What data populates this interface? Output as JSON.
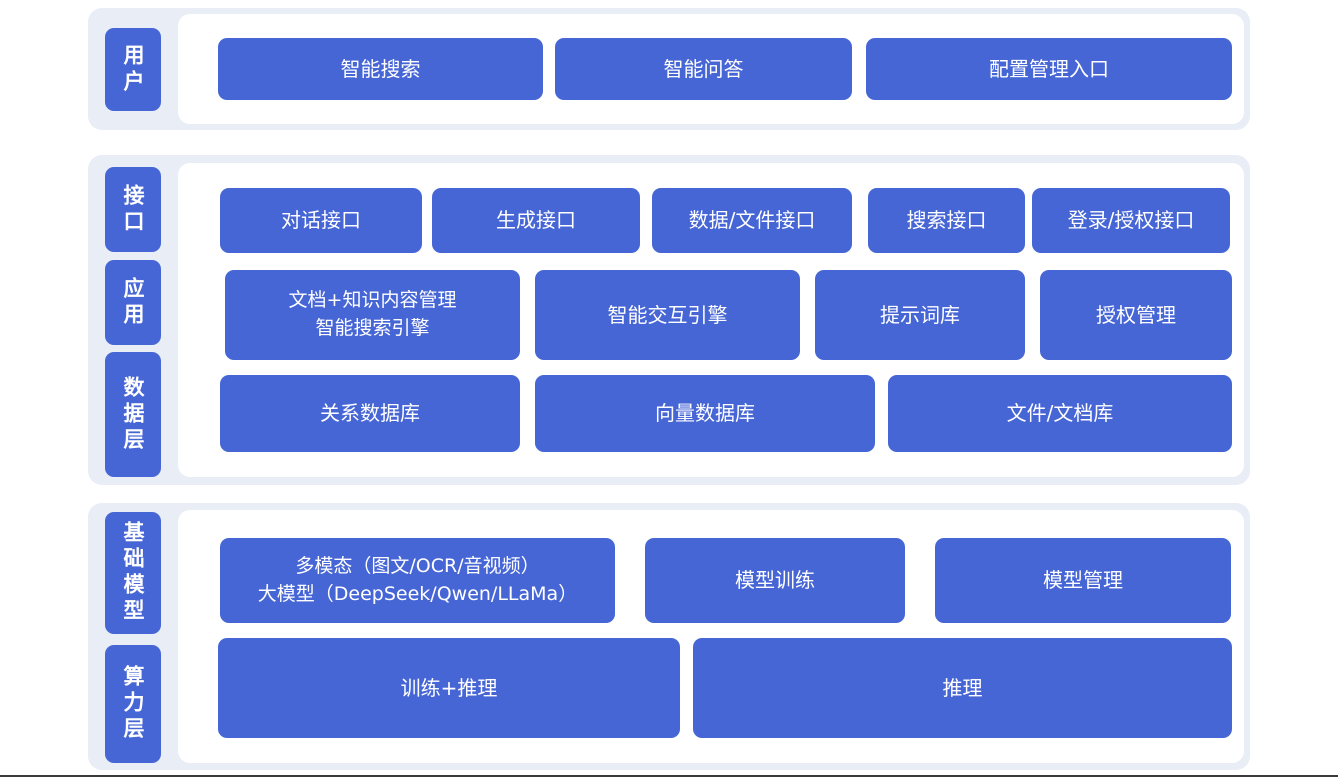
{
  "colors": {
    "accent_blue": "#4766d6",
    "section_background": "#e8edf6",
    "panel_background": "#ffffff",
    "node_text": "#ffffff"
  },
  "sections": [
    {
      "name": "user-layer",
      "tabs": [
        {
          "label": "用户"
        }
      ],
      "rows": [
        {
          "buttons": [
            {
              "label": "智能搜索"
            },
            {
              "label": "智能问答"
            },
            {
              "label": "配置管理入口"
            }
          ]
        }
      ]
    },
    {
      "name": "interface-application-data-layer",
      "tabs": [
        {
          "label": "接口"
        },
        {
          "label": "应用"
        },
        {
          "label": "数据层"
        }
      ],
      "rows": [
        {
          "buttons": [
            {
              "label": "对话接口"
            },
            {
              "label": "生成接口"
            },
            {
              "label": "数据/文件接口"
            },
            {
              "label": "搜索接口"
            },
            {
              "label": "登录/授权接口"
            }
          ]
        },
        {
          "buttons": [
            {
              "label": "文档+知识内容管理\n智能搜索引擎"
            },
            {
              "label": "智能交互引擎"
            },
            {
              "label": "提示词库"
            },
            {
              "label": "授权管理"
            }
          ]
        },
        {
          "buttons": [
            {
              "label": "关系数据库"
            },
            {
              "label": "向量数据库"
            },
            {
              "label": "文件/文档库"
            }
          ]
        }
      ]
    },
    {
      "name": "base-model-compute-layer",
      "tabs": [
        {
          "label": "基础模型"
        },
        {
          "label": "算力层"
        }
      ],
      "rows": [
        {
          "buttons": [
            {
              "label": "多模态（图文/OCR/音视频）\n大模型（DeepSeek/Qwen/LLaMa）"
            },
            {
              "label": "模型训练"
            },
            {
              "label": "模型管理"
            }
          ]
        },
        {
          "buttons": [
            {
              "label": "训练+推理"
            },
            {
              "label": "推理"
            }
          ]
        }
      ]
    }
  ]
}
